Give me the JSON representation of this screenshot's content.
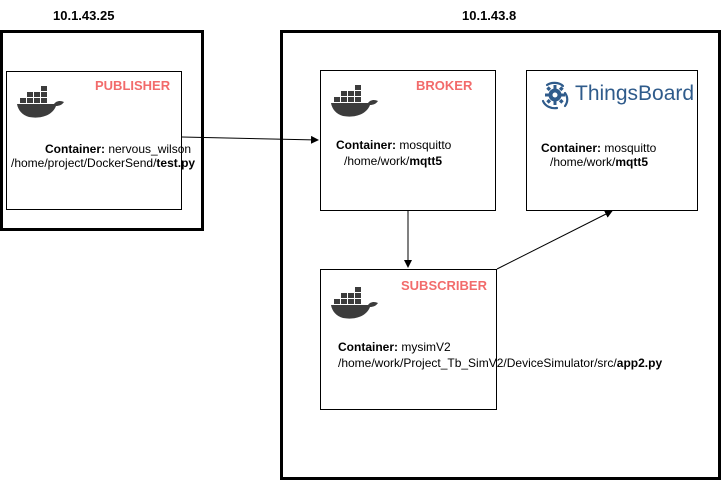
{
  "hosts": {
    "left": {
      "ip": "10.1.43.25"
    },
    "right": {
      "ip": "10.1.43.8"
    }
  },
  "publisher": {
    "role": "PUBLISHER",
    "container_label": "Container:",
    "container_name": " nervous_wilson",
    "path_prefix": "/home/project/DockerSend/",
    "path_file": "test.py",
    "icon": "docker-whale-icon"
  },
  "broker": {
    "role": "BROKER",
    "container_label": "Container:",
    "container_name": " mosquitto",
    "path_prefix": "/home/work/",
    "path_file": "mqtt5",
    "icon": "docker-whale-icon"
  },
  "thingsboard": {
    "brand": "ThingsBoard",
    "container_label": "Container:",
    "container_name": " mosquitto",
    "path_prefix": "/home/work/",
    "path_file": "mqtt5",
    "icon": "thingsboard-logo-icon"
  },
  "subscriber": {
    "role": "SUBSCRIBER",
    "container_label": "Container:",
    "container_name": " mysimV2",
    "path_prefix": "/home/work/Project_Tb_SimV2/DeviceSimulator/src/",
    "path_file": "app2.py",
    "icon": "docker-whale-icon"
  },
  "colors": {
    "role_accent": "#f26b6b",
    "docker_icon": "#3c3c3c",
    "thingsboard_blue": "#2f5b8b"
  }
}
